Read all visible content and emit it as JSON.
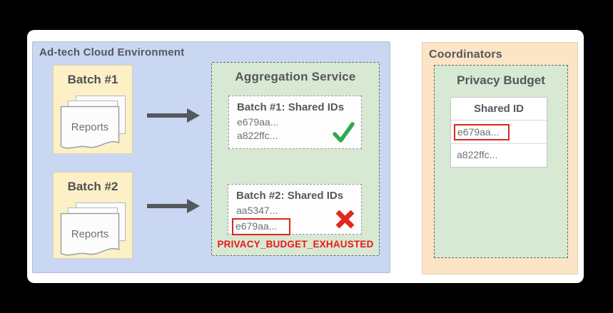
{
  "colors": {
    "canvas_bg": "#000000",
    "card_bg": "#ffffff",
    "adtech_panel_bg": "#c9d7f3",
    "batch_bg": "#fdf0c7",
    "service_bg": "#d7e8d3",
    "coordinators_panel_bg": "#fce4c6",
    "error_red": "#e8271c",
    "success_green": "#2fa94f",
    "title_gray": "#54575b",
    "id_gray": "#6e7175"
  },
  "adtech_env": {
    "title": "Ad-tech Cloud Environment",
    "batches": [
      {
        "title": "Batch #1",
        "doc_label": "Reports"
      },
      {
        "title": "Batch #2",
        "doc_label": "Reports"
      }
    ],
    "aggregation_service": {
      "title": "Aggregation Service",
      "results": [
        {
          "title": "Batch #1: Shared IDs",
          "ids": [
            "e679aa...",
            "a822ffc..."
          ],
          "status": "success",
          "status_icon": "check-icon"
        },
        {
          "title": "Batch #2: Shared IDs",
          "ids": [
            "aa5347...",
            "e679aa..."
          ],
          "highlighted_id": "e679aa...",
          "status": "error",
          "status_icon": "x-icon"
        }
      ],
      "error_label": "PRIVACY_BUDGET_EXHAUSTED"
    }
  },
  "coordinators": {
    "title": "Coordinators",
    "privacy_budget": {
      "title": "Privacy Budget",
      "table": {
        "header": "Shared ID",
        "rows": [
          {
            "id": "e679aa...",
            "highlighted": true
          },
          {
            "id": "a822ffc...",
            "highlighted": false
          }
        ]
      }
    }
  }
}
